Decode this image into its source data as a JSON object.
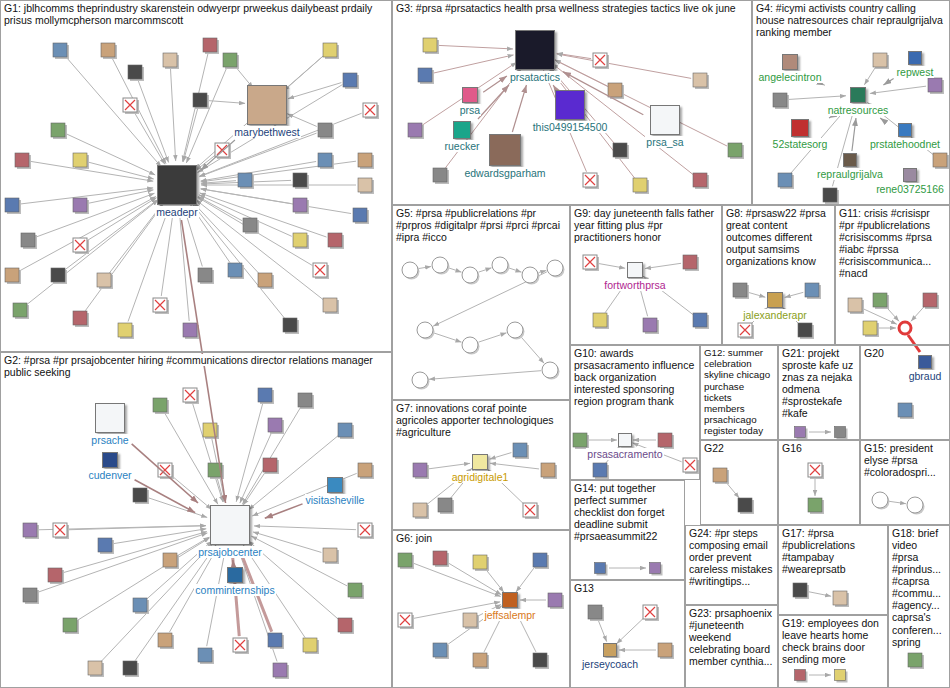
{
  "diagram": {
    "nodes": [
      {
        "text": [
          "G1: jblhcomms theprindustry skarenstein odwyerpr prweekus dailybeast prdaily prisus mollymcpherson marcommscott"
        ]
      },
      {
        "text": [
          "marybethwest"
        ],
        "in": 0
      },
      {
        "text": [
          "meadepr"
        ],
        "in": 0
      },
      {
        "text": [
          "G3: #prsa #prsatactics health prsa wellness strategies tactics live ok june"
        ]
      },
      {
        "text": [
          "prsatactics"
        ],
        "in": 3
      },
      {
        "text": [
          "prsa"
        ],
        "in": 3
      },
      {
        "text": [
          "ruecker"
        ],
        "in": 3
      },
      {
        "text": [
          "this0499154500"
        ],
        "in": 3
      },
      {
        "text": [
          "edwardsgparham"
        ],
        "in": 3
      },
      {
        "text": [
          "prsa_sa"
        ],
        "in": 3
      },
      {
        "text": [
          "G4: #icymi activists country calling house natresources chair repraulgrijalva ranking member"
        ]
      },
      {
        "text": [
          "angelecintron"
        ],
        "in": 10
      },
      {
        "text": [
          "repwest"
        ],
        "in": 10
      },
      {
        "text": [
          "natresources"
        ],
        "in": 10
      },
      {
        "text": [
          "prstatehoodnet"
        ],
        "in": 10
      },
      {
        "text": [
          "52statesorg"
        ],
        "in": 10
      },
      {
        "text": [
          "repraulgrijalva"
        ],
        "in": 10
      },
      {
        "text": [
          "rene03725166"
        ],
        "in": 10
      },
      {
        "text": [
          "G5: #prsa #publicrelations #pr #prpros #digitalpr #prsi #prci #prcai #ipra #icco"
        ]
      },
      {
        "text": [
          "G9: day juneteenth falls father year fitting plus #pr practitioners honor"
        ]
      },
      {
        "text": [
          "fortworthprsa"
        ],
        "in": 19
      },
      {
        "text": [
          "G8: #prsasw22 #prsa great content outcomes different output samsims organizations know"
        ]
      },
      {
        "text": [
          "jalexanderapr"
        ],
        "in": 21
      },
      {
        "text": [
          "G11: crisis #crisispr #pr #publicrelations #crisiscomms #prsa #iabc #prssa #crisiscommunica... #nacd"
        ]
      },
      {
        "text": [
          "G2: #prsa #pr prsajobcenter hiring #communications director relations manager public seeking"
        ]
      },
      {
        "text": [
          "prsache"
        ],
        "in": 24
      },
      {
        "text": [
          "cudenver"
        ],
        "in": 24
      },
      {
        "text": [
          "visitasheville"
        ],
        "in": 24
      },
      {
        "text": [
          "prsajobcenter"
        ],
        "in": 24
      },
      {
        "text": [
          "comminternships"
        ],
        "in": 24
      },
      {
        "text": [
          "G10: awards prsasacramento influence back organization interested sponsoring region program thank"
        ]
      },
      {
        "text": [
          "prsasacramento"
        ],
        "in": 30
      },
      {
        "text": [
          "G12: summer celebration skyline chicago purchase tickets members prsachicago register today"
        ]
      },
      {
        "text": [
          "G21: projekt sproste kafe uz znas za nejaka odmena #sprostekafe #kafe"
        ]
      },
      {
        "text": [
          "G20"
        ]
      },
      {
        "text": [
          "gbraud"
        ],
        "in": 34
      },
      {
        "text": [
          "G7: innovations coraf pointe agricoles apporter technologiques #agriculture"
        ]
      },
      {
        "text": [
          "agridigitale1"
        ],
        "in": 36
      },
      {
        "text": [
          "G22"
        ]
      },
      {
        "text": [
          "G16"
        ]
      },
      {
        "text": [
          "G15: president elyse #prsa #coloradospri..."
        ]
      },
      {
        "text": [
          "G14: put together perfect summer checklist don forget deadline submit #prsaeasummit22"
        ]
      },
      {
        "text": [
          "G24: #pr steps composing email order prevent careless mistakes #writingtips..."
        ]
      },
      {
        "text": [
          "G6: join"
        ]
      },
      {
        "text": [
          "jeffsalempr"
        ],
        "in": 43
      },
      {
        "text": [
          "G13"
        ]
      },
      {
        "text": [
          "jerseycoach"
        ],
        "in": 45
      },
      {
        "text": [
          "G17: #prsa #publicrelations #tampabay #weareprsatb"
        ]
      },
      {
        "text": [
          "G18: brief video #prsa #prindus... #caprsa #commu... #agency... caprsa's conferen... spring"
        ]
      },
      {
        "text": [
          "G23: prsaphoenix #juneteenth weekend celebrating board member cynthia..."
        ]
      },
      {
        "text": [
          "G19: employees don leave hearts home check brains door sending more"
        ]
      }
    ],
    "edges": [
      {
        "from": 1,
        "to": 2,
        "arrow": "to"
      },
      {
        "from": 2,
        "to": 28,
        "arrow": "to"
      },
      {
        "from": 25,
        "to": 28,
        "arrow": "to"
      },
      {
        "from": 26,
        "to": 28,
        "arrow": "to"
      },
      {
        "from": 27,
        "to": 28,
        "arrow": "to"
      },
      {
        "from": 29,
        "to": 28,
        "arrow": "to"
      },
      {
        "from": 5,
        "to": 4,
        "arrow": "to"
      },
      {
        "from": 6,
        "to": 4,
        "arrow": "to"
      },
      {
        "from": 7,
        "to": 4,
        "arrow": "to"
      },
      {
        "from": 8,
        "to": 4,
        "arrow": "to"
      },
      {
        "from": 9,
        "to": 4,
        "arrow": "to"
      },
      {
        "from": 11,
        "to": 13,
        "arrow": "to"
      },
      {
        "from": 12,
        "to": 13,
        "arrow": "to"
      },
      {
        "from": 14,
        "to": 13,
        "arrow": "to"
      },
      {
        "from": 15,
        "to": 13,
        "arrow": "to"
      },
      {
        "from": 16,
        "to": 13,
        "arrow": "to"
      }
    ]
  }
}
